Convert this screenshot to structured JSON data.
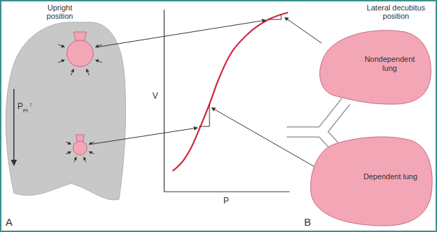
{
  "diagram": {
    "nodes": [
      {
        "text": [
          "Nondependent lung"
        ]
      },
      {
        "text": [
          "Dependent lung"
        ]
      }
    ],
    "labels": [
      "Upright position",
      "Lateral decubitus position",
      "P",
      "Pl",
      "↑",
      "V",
      "P",
      "A",
      "B"
    ]
  }
}
